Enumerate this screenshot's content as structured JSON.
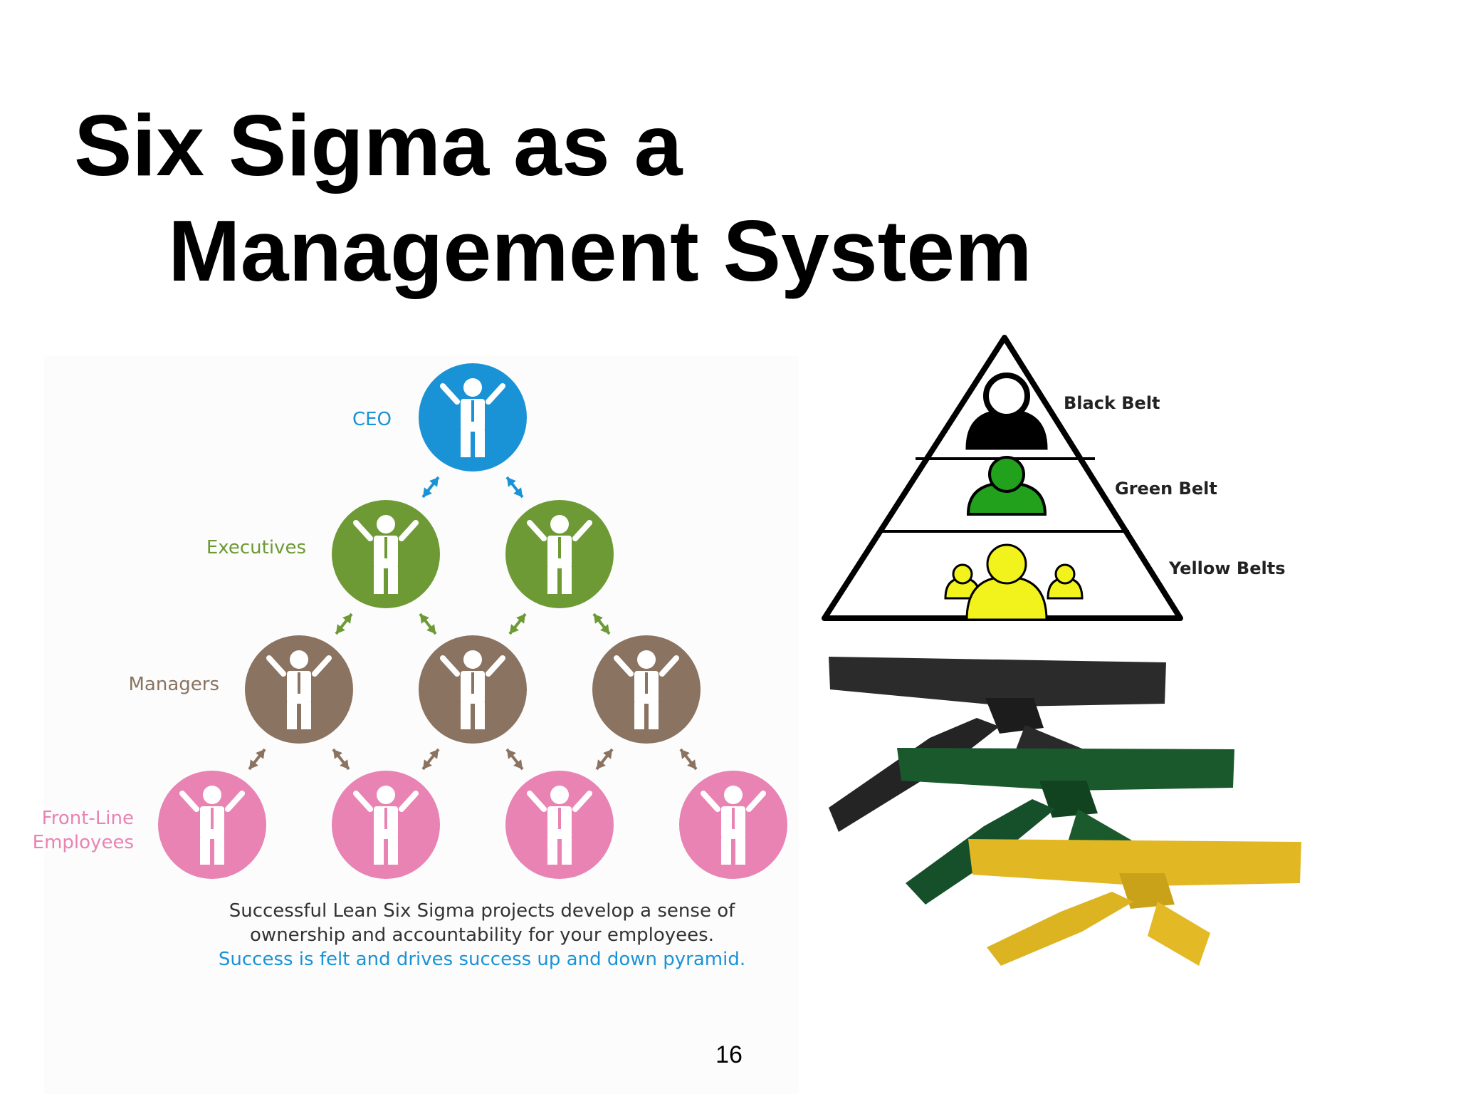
{
  "slide": {
    "title_line1": "Six Sigma as a",
    "title_line2": "Management  System",
    "page_number": "16"
  },
  "org_pyramid": {
    "tiers": [
      {
        "label": "CEO",
        "color": "#1a93d6"
      },
      {
        "label": "Executives",
        "color": "#6e9a36"
      },
      {
        "label": "Managers",
        "color": "#8a7360"
      },
      {
        "label_line1": "Front-Line",
        "label_line2": "Employees",
        "color": "#e883b3"
      }
    ],
    "caption_line1": "Successful Lean Six Sigma projects develop a sense of",
    "caption_line2": "ownership and accountability for your employees.",
    "caption_line3": "Success is felt and drives success up and down pyramid."
  },
  "belt_pyramid": {
    "levels": [
      {
        "label": "Black Belt",
        "color": "#000000"
      },
      {
        "label": "Green Belt",
        "color": "#21a11c"
      },
      {
        "label": "Yellow Belts",
        "color": "#f2f21c"
      }
    ]
  },
  "belts_photo": {
    "colors": {
      "black": "#2b2b2b",
      "green": "#19592c",
      "yellow": "#e1b823"
    }
  }
}
